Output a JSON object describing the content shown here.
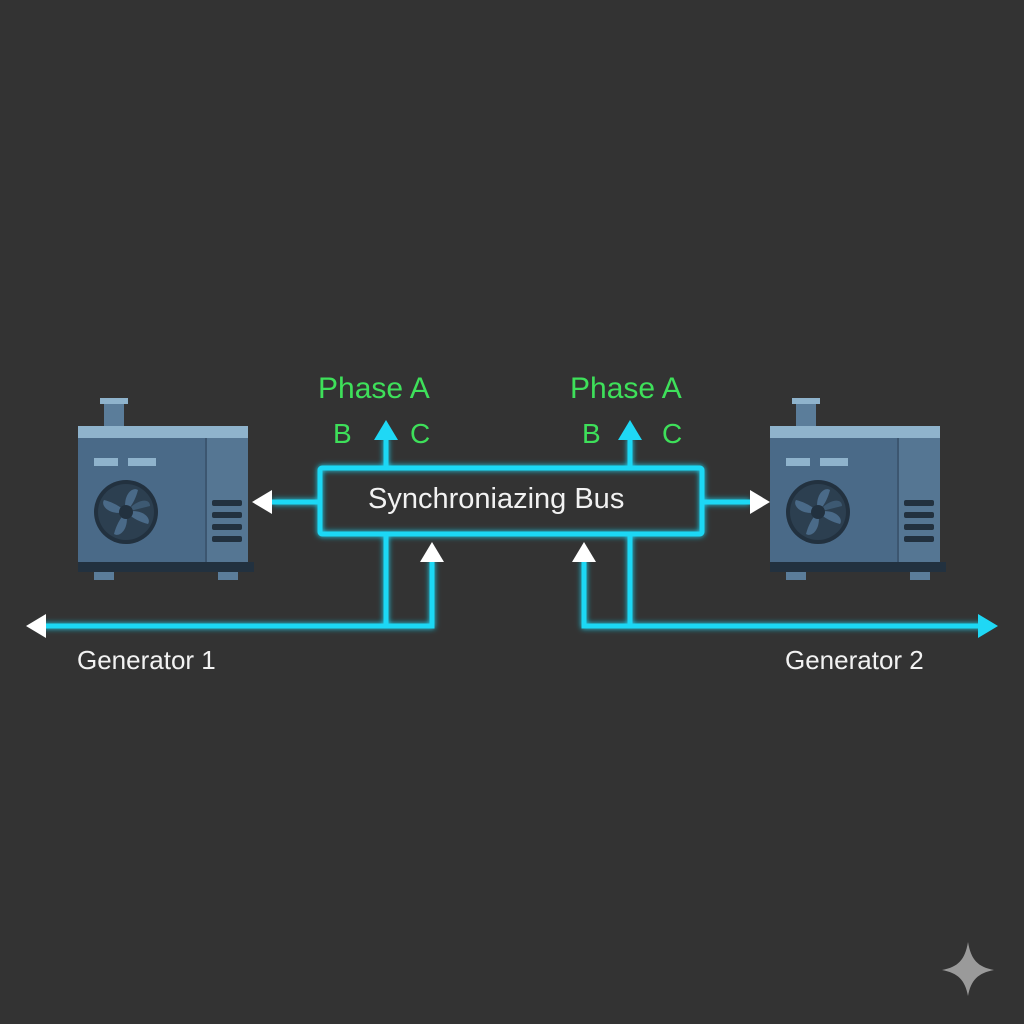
{
  "diagram": {
    "bus_label": "Synchroniazing Bus",
    "generator_1": {
      "label": "Generator 1",
      "icon": "generator-icon"
    },
    "generator_2": {
      "label": "Generator 2",
      "icon": "generator-icon"
    },
    "phase_left": {
      "title": "Phase A",
      "b": "B",
      "c": "C"
    },
    "phase_right": {
      "title": "Phase A",
      "b": "B",
      "c": "C"
    }
  },
  "colors": {
    "background": "#333333",
    "line": "#1fd8f5",
    "arrow_head_white": "#ffffff",
    "phase_text": "#3ee05a",
    "label_text": "#f2f2f2",
    "generator_body": "#4a6a88",
    "generator_top": "#8fb3cc",
    "generator_base": "#22313f"
  },
  "watermark": {
    "icon": "sparkle-icon"
  }
}
